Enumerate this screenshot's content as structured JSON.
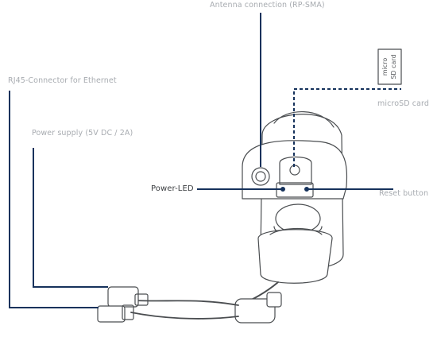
{
  "labels": {
    "antenna": "Antenna connection (RP-SMA)",
    "rj45": "RJ45-Connector for Ethernet",
    "power_supply": "Power supply (5V DC / 2A)",
    "microsd_card": "microSD card",
    "power_led": "Power-LED",
    "reset_button": "Reset button",
    "sd_icon_line1": "micro",
    "sd_icon_line2": "SD card"
  },
  "colors": {
    "leader_line": "#16325c",
    "outline": "#4a4d50",
    "label_text": "#a7abb0",
    "label_text_dark": "#3a3d40"
  }
}
